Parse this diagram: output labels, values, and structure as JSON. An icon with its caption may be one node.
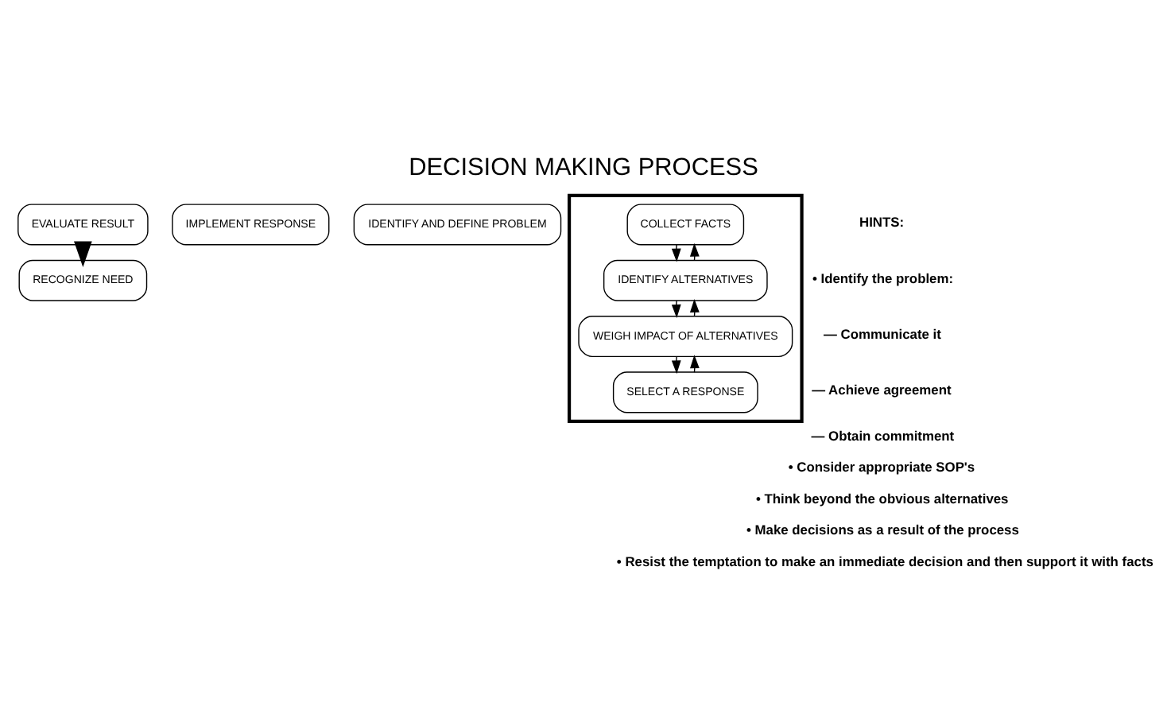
{
  "diagram": {
    "title": "DECISION MAKING PROCESS",
    "nodes": [
      {
        "text": [
          "EVALUATE RESULT"
        ]
      },
      {
        "text": [
          "RECOGNIZE NEED"
        ]
      },
      {
        "text": [
          "IMPLEMENT RESPONSE"
        ]
      },
      {
        "text": [
          "IDENTIFY AND DEFINE PROBLEM"
        ]
      },
      {
        "text": [],
        "shape": "box"
      },
      {
        "text": [
          "COLLECT FACTS"
        ],
        "in": 4
      },
      {
        "text": [
          "SELECT A RESPONSE"
        ],
        "in": 4
      },
      {
        "text": [
          "IDENTIFY ALTERNATIVES"
        ],
        "in": 4
      },
      {
        "text": [
          "WEIGH IMPACT OF ALTERNATIVES"
        ],
        "in": 4
      }
    ],
    "edges": [
      {
        "from": 0,
        "to": 1,
        "arrow": "to",
        "style": "thick"
      },
      {
        "from": 6,
        "to": 8,
        "arrow": "to"
      },
      {
        "from": 8,
        "to": 7,
        "arrow": "to"
      },
      {
        "from": 7,
        "to": 5,
        "arrow": "to"
      },
      {
        "from": 5,
        "to": 7,
        "arrow": "to"
      },
      {
        "from": 7,
        "to": 8,
        "arrow": "to"
      },
      {
        "from": 8,
        "to": 6,
        "arrow": "to"
      }
    ],
    "labels": [
      "HINTS:",
      "• Identify the problem:",
      "— Communicate it",
      "— Achieve agreement",
      "— Obtain commitment",
      "• Consider appropriate SOP's",
      "• Think beyond the obvious alternatives",
      "• Make decisions as a result of the process",
      "• Resist the temptation to make an immediate decision and then support it with facts"
    ]
  }
}
